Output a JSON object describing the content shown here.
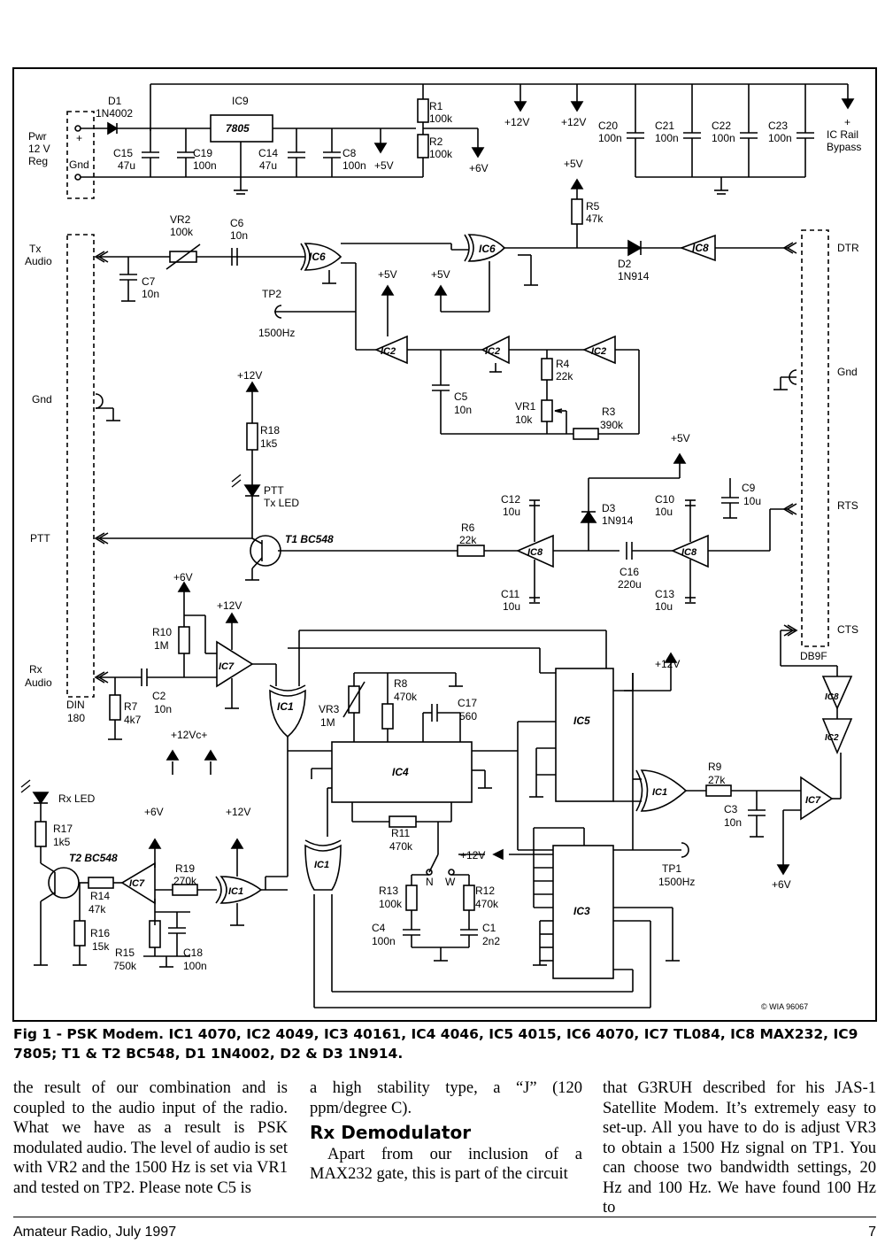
{
  "labels": {
    "pwr": "Pwr",
    "pwr_12v": "12 V",
    "pwr_reg": "Reg",
    "plus": "+",
    "gnd_conn": "Gnd",
    "d1": "D1",
    "d1_part": "1N4002",
    "ic9": "IC9",
    "ic9_part": "7805",
    "c15": "C15",
    "c15_val": "47u",
    "c19": "C19",
    "c19_val": "100n",
    "c14": "C14",
    "c14_val": "47u",
    "c8": "C8",
    "c8_val": "100n",
    "plus5v": "+5V",
    "r1": "R1",
    "r1_val": "100k",
    "r2": "R2",
    "r2_val": "100k",
    "plus6v": "+6V",
    "plus12v": "+12V",
    "c20": "C20",
    "c20_val": "100n",
    "c21": "C21",
    "c21_val": "100n",
    "c22": "C22",
    "c22_val": "100n",
    "c23": "C23",
    "c23_val": "100n",
    "ic_rail": "IC Rail",
    "bypass": "Bypass",
    "tx": "Tx",
    "audio": "Audio",
    "vr2": "VR2",
    "vr2_val": "100k",
    "c6": "C6",
    "c6_val": "10n",
    "c7": "C7",
    "c7_val": "10n",
    "ic6": "IC6",
    "tp2": "TP2",
    "tp2_val": "1500Hz",
    "r5": "R5",
    "r5_val": "47k",
    "d2": "D2",
    "d2_part": "1N914",
    "ic8": "IC8",
    "dtr": "DTR",
    "gnd_label": "Gnd",
    "ic2": "IC2",
    "c5": "C5",
    "c5_val": "10n",
    "r4": "R4",
    "r4_val": "22k",
    "vr1": "VR1",
    "vr1_val": "10k",
    "r3": "R3",
    "r3_val": "390k",
    "r18": "R18",
    "r18_val": "1k5",
    "ptt_led_1": "PTT",
    "ptt_led_2": "Tx LED",
    "ptt": "PTT",
    "t1": "T1 BC548",
    "r6": "R6",
    "r6_val": "22k",
    "c12": "C12",
    "c12_val": "10u",
    "c11": "C11",
    "c11_val": "10u",
    "d3": "D3",
    "d3_part": "1N914",
    "c16": "C16",
    "c16_val": "220u",
    "c10": "C10",
    "c10_val": "10u",
    "c9": "C9",
    "c9_val": "10u",
    "c13": "C13",
    "c13_val": "10u",
    "rts": "RTS",
    "cts": "CTS",
    "db9f": "DB9F",
    "r10": "R10",
    "r10_val": "1M",
    "ic7": "IC7",
    "rx": "Rx",
    "din": "DIN",
    "din_val": "180",
    "r7": "R7",
    "r7_val": "4k7",
    "c2": "C2",
    "c2_val": "10n",
    "ic1": "IC1",
    "vr3": "VR3",
    "vr3_val": "1M",
    "r8": "R8",
    "r8_val": "470k",
    "c17": "C17",
    "c17_val": "560",
    "ic4": "IC4",
    "ic5": "IC5",
    "ic3": "IC3",
    "plus12vc": "+12Vc+",
    "rx_led": "Rx LED",
    "r17": "R17",
    "r17_val": "1k5",
    "t2": "T2 BC548",
    "r14": "R14",
    "r14_val": "47k",
    "r16": "R16",
    "r16_val": "15k",
    "r15": "R15",
    "r15_val": "750k",
    "r19": "R19",
    "r19_val": "270k",
    "c18": "C18",
    "c18_val": "100n",
    "r11": "R11",
    "r11_val": "470k",
    "r13": "R13",
    "r13_val": "100k",
    "r12": "R12",
    "r12_val": "470k",
    "c4": "C4",
    "c4_val": "100n",
    "c1": "C1",
    "c1_val": "2n2",
    "n": "N",
    "w": "W",
    "r9": "R9",
    "r9_val": "27k",
    "c3": "C3",
    "c3_val": "10n",
    "tp1": "TP1",
    "tp1_val": "1500Hz",
    "copyright": "© WIA 96067"
  },
  "caption": "Fig 1 - PSK Modem. IC1 4070, IC2 4049, IC3 40161, IC4 4046, IC5 4015, IC6 4070, IC7 TL084, IC8 MAX232, IC9 7805; T1 & T2 BC548, D1 1N4002, D2 & D3 1N914.",
  "columns": {
    "col1": "the result of our combination and is coupled to the audio input of the radio. What we have as a result is PSK modulated audio. The level of audio is set with VR2 and the 1500 Hz is set via VR1 and tested on TP2. Please note C5 is",
    "col2_a": "a high stability type, a “J” (120 ppm/degree C).",
    "col2_heading": "Rx Demodulator",
    "col2_b": "Apart from our inclusion of a MAX232 gate, this is part of the circuit",
    "col3": "that G3RUH described for his JAS-1 Satellite Modem. It’s extremely easy to set-up. All you have to do is adjust VR3 to obtain a 1500 Hz signal on TP1. You can choose two bandwidth settings, 20 Hz and 100 Hz. We have found 100 Hz to"
  },
  "footer": {
    "left": "Amateur Radio, July 1997",
    "right": "7"
  }
}
